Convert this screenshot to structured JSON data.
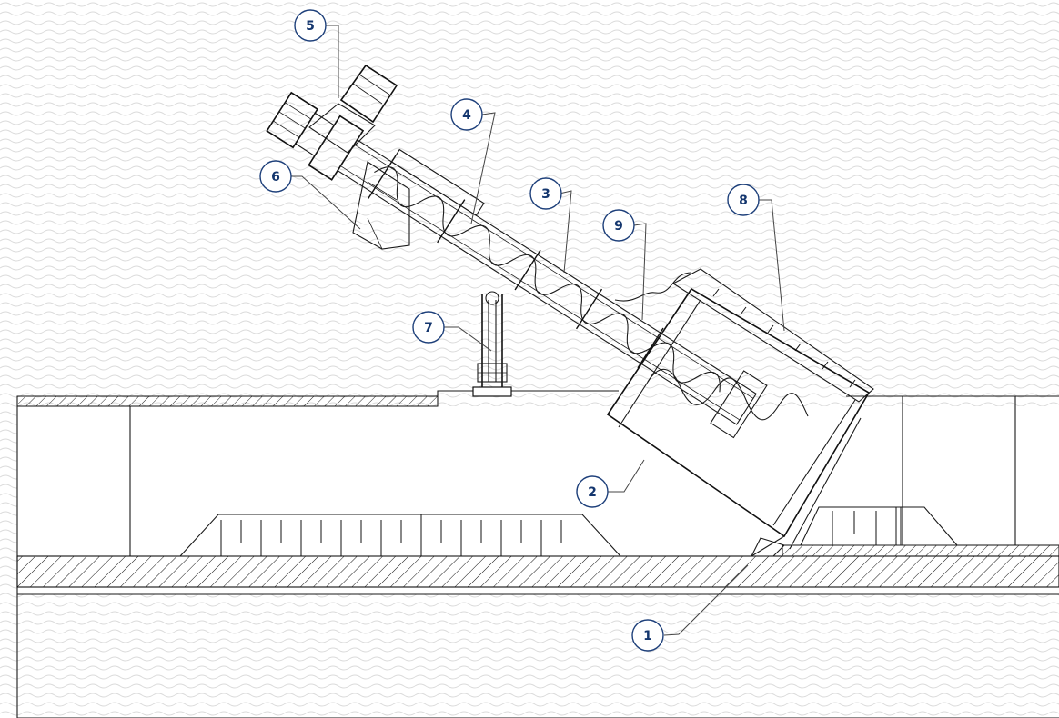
{
  "callouts": [
    {
      "id": "1",
      "label": "1"
    },
    {
      "id": "2",
      "label": "2"
    },
    {
      "id": "3",
      "label": "3"
    },
    {
      "id": "4",
      "label": "4"
    },
    {
      "id": "5",
      "label": "5"
    },
    {
      "id": "6",
      "label": "6"
    },
    {
      "id": "7",
      "label": "7"
    },
    {
      "id": "8",
      "label": "8"
    },
    {
      "id": "9",
      "label": "9"
    }
  ],
  "colors": {
    "callout_text": "#14366e",
    "callout_stroke": "#1d3f7a",
    "drawing_line": "#1a1a1a",
    "background_wave": "#d9d9d9"
  }
}
